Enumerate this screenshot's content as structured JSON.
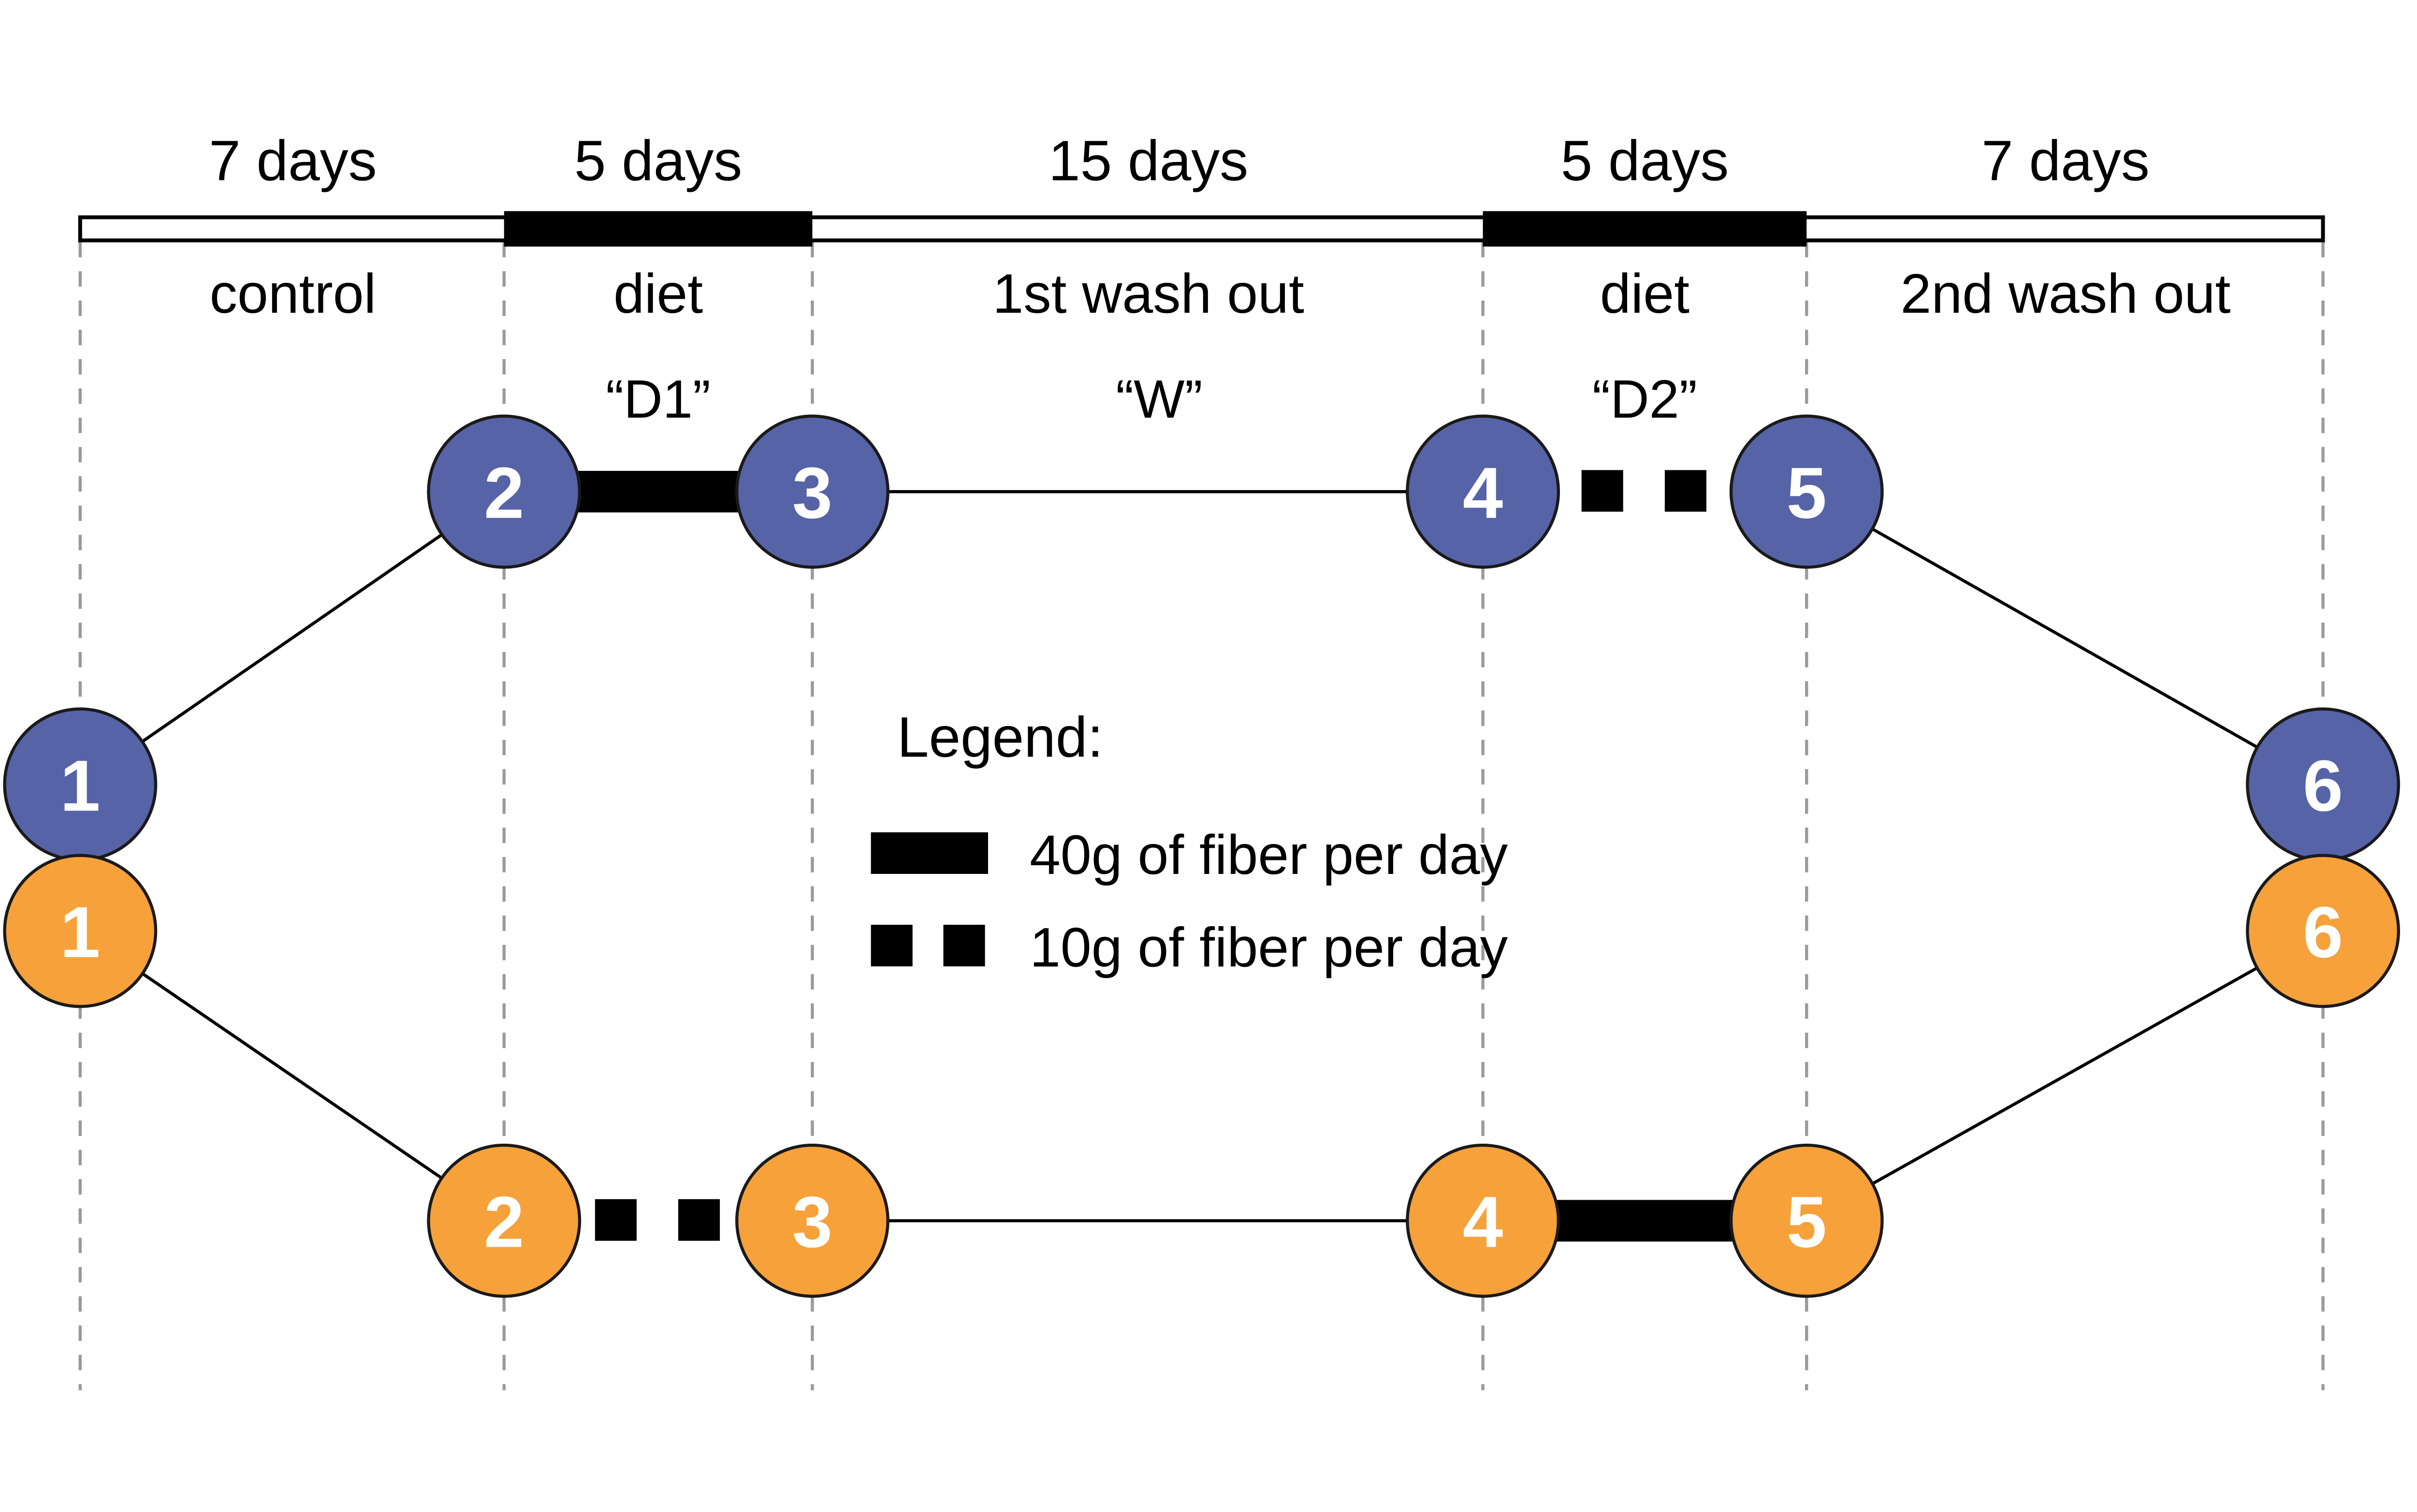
{
  "colors": {
    "blue_arm": "#5663a7",
    "orange_arm": "#f6a13a",
    "bar_black": "#000000",
    "boundary_gray": "#9a9a9a"
  },
  "timeline": {
    "phases": [
      {
        "duration": "7 days",
        "label": "control",
        "sublabel": ""
      },
      {
        "duration": "5 days",
        "label": "diet",
        "sublabel": "“D1”"
      },
      {
        "duration": "15 days",
        "label": "1st wash out",
        "sublabel": "“W”"
      },
      {
        "duration": "5 days",
        "label": "diet",
        "sublabel": "“D2”"
      },
      {
        "duration": "7 days",
        "label": "2nd wash out",
        "sublabel": ""
      }
    ]
  },
  "arms": {
    "blue": {
      "nodes": [
        "1",
        "2",
        "3",
        "4",
        "5",
        "6"
      ]
    },
    "orange": {
      "nodes": [
        "1",
        "2",
        "3",
        "4",
        "5",
        "6"
      ]
    }
  },
  "legend": {
    "title": "Legend:",
    "items": [
      {
        "swatch": "thick-bar",
        "label": "40g of fiber per day"
      },
      {
        "swatch": "dashed-squares",
        "label": "10g of fiber per day"
      }
    ]
  }
}
